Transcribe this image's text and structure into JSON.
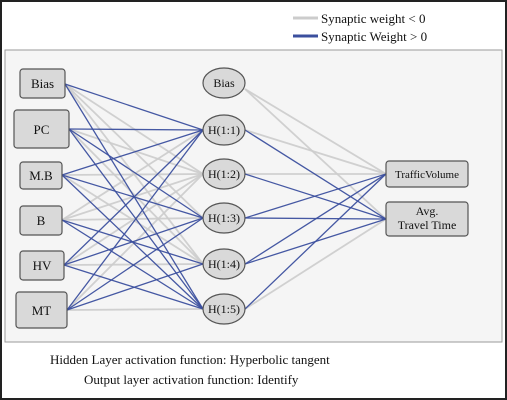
{
  "legend": {
    "negative_label": "Synaptic weight < 0",
    "positive_label": "Synaptic Weight > 0"
  },
  "colors": {
    "negative": "#cccccc",
    "positive": "#3b4f9e",
    "node_fill": "#d9d9d9",
    "node_border": "#555555",
    "panel_background": "#f5f5f5"
  },
  "layers": {
    "input": [
      "Bias",
      "PC",
      "M.B",
      "B",
      "HV",
      "MT"
    ],
    "hidden": [
      "Bias",
      "H(1:1)",
      "H(1:2)",
      "H(1:3)",
      "H(1:4)",
      "H(1:5)"
    ],
    "output": [
      "TrafficVolume",
      "Avg.\nTravel Time"
    ]
  },
  "connections": [
    {
      "from": "Bias",
      "to": "H(1:1)",
      "sign": "positive"
    },
    {
      "from": "Bias",
      "to": "H(1:2)",
      "sign": "negative"
    },
    {
      "from": "Bias",
      "to": "H(1:3)",
      "sign": "negative"
    },
    {
      "from": "Bias",
      "to": "H(1:4)",
      "sign": "negative"
    },
    {
      "from": "Bias",
      "to": "H(1:5)",
      "sign": "positive"
    },
    {
      "from": "PC",
      "to": "H(1:1)",
      "sign": "positive"
    },
    {
      "from": "PC",
      "to": "H(1:2)",
      "sign": "negative"
    },
    {
      "from": "PC",
      "to": "H(1:3)",
      "sign": "positive"
    },
    {
      "from": "PC",
      "to": "H(1:4)",
      "sign": "negative"
    },
    {
      "from": "PC",
      "to": "H(1:5)",
      "sign": "positive"
    },
    {
      "from": "M.B",
      "to": "H(1:1)",
      "sign": "positive"
    },
    {
      "from": "M.B",
      "to": "H(1:2)",
      "sign": "negative"
    },
    {
      "from": "M.B",
      "to": "H(1:3)",
      "sign": "positive"
    },
    {
      "from": "M.B",
      "to": "H(1:4)",
      "sign": "negative"
    },
    {
      "from": "M.B",
      "to": "H(1:5)",
      "sign": "positive"
    },
    {
      "from": "B",
      "to": "H(1:1)",
      "sign": "negative"
    },
    {
      "from": "B",
      "to": "H(1:2)",
      "sign": "negative"
    },
    {
      "from": "B",
      "to": "H(1:3)",
      "sign": "negative"
    },
    {
      "from": "B",
      "to": "H(1:4)",
      "sign": "positive"
    },
    {
      "from": "B",
      "to": "H(1:5)",
      "sign": "positive"
    },
    {
      "from": "HV",
      "to": "H(1:1)",
      "sign": "positive"
    },
    {
      "from": "HV",
      "to": "H(1:2)",
      "sign": "negative"
    },
    {
      "from": "HV",
      "to": "H(1:3)",
      "sign": "positive"
    },
    {
      "from": "HV",
      "to": "H(1:4)",
      "sign": "negative"
    },
    {
      "from": "HV",
      "to": "H(1:5)",
      "sign": "positive"
    },
    {
      "from": "MT",
      "to": "H(1:1)",
      "sign": "positive"
    },
    {
      "from": "MT",
      "to": "H(1:2)",
      "sign": "negative"
    },
    {
      "from": "MT",
      "to": "H(1:3)",
      "sign": "positive"
    },
    {
      "from": "MT",
      "to": "H(1:4)",
      "sign": "positive"
    },
    {
      "from": "MT",
      "to": "H(1:5)",
      "sign": "negative"
    },
    {
      "from": "hBias",
      "to": "TrafficVolume",
      "sign": "negative"
    },
    {
      "from": "hBias",
      "to": "Avg. Travel Time",
      "sign": "negative"
    },
    {
      "from": "H(1:1)",
      "to": "TrafficVolume",
      "sign": "negative"
    },
    {
      "from": "H(1:1)",
      "to": "Avg. Travel Time",
      "sign": "positive"
    },
    {
      "from": "H(1:2)",
      "to": "TrafficVolume",
      "sign": "negative"
    },
    {
      "from": "H(1:2)",
      "to": "Avg. Travel Time",
      "sign": "positive"
    },
    {
      "from": "H(1:3)",
      "to": "TrafficVolume",
      "sign": "positive"
    },
    {
      "from": "H(1:3)",
      "to": "Avg. Travel Time",
      "sign": "positive"
    },
    {
      "from": "H(1:4)",
      "to": "TrafficVolume",
      "sign": "positive"
    },
    {
      "from": "H(1:4)",
      "to": "Avg. Travel Time",
      "sign": "positive"
    },
    {
      "from": "H(1:5)",
      "to": "TrafficVolume",
      "sign": "positive"
    },
    {
      "from": "H(1:5)",
      "to": "Avg. Travel Time",
      "sign": "negative"
    }
  ],
  "captions": {
    "hidden_activation": "Hidden Layer activation function: Hyperbolic tangent",
    "output_activation": "Output layer activation function: Identify"
  }
}
